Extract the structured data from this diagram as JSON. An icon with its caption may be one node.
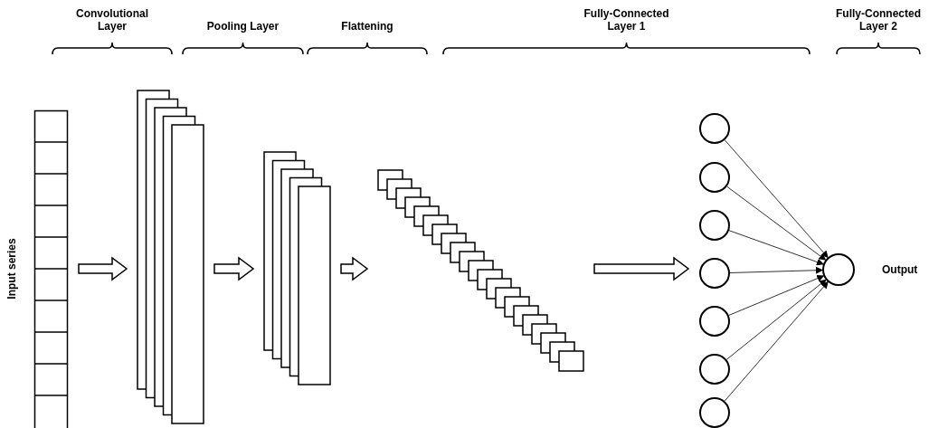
{
  "diagram": {
    "nodes": [
      {
        "text": [],
        "shape": "bar",
        "beside": [
          "Input series"
        ]
      },
      {
        "text": [],
        "shape": "box"
      },
      {
        "text": [],
        "shape": "box"
      },
      {
        "text": [],
        "shape": "box"
      },
      {
        "text": [],
        "shape": "circle"
      },
      {
        "text": [],
        "shape": "circle"
      },
      {
        "text": [],
        "shape": "circle"
      },
      {
        "text": [],
        "shape": "circle"
      },
      {
        "text": [],
        "shape": "circle"
      },
      {
        "text": [],
        "shape": "circle"
      },
      {
        "text": [],
        "shape": "circle"
      },
      {
        "text": [],
        "shape": "circle",
        "beside": [
          "Output"
        ]
      }
    ],
    "edges": [
      {
        "from": 0,
        "to": 1,
        "arrow": "to"
      },
      {
        "from": 1,
        "to": 2,
        "arrow": "to"
      },
      {
        "from": 2,
        "to": 3,
        "arrow": "to"
      },
      {
        "from": 3,
        "to": 7,
        "arrow": "to"
      },
      {
        "from": 4,
        "to": 11,
        "arrow": "to"
      },
      {
        "from": 5,
        "to": 11,
        "arrow": "to"
      },
      {
        "from": 6,
        "to": 11,
        "arrow": "to"
      },
      {
        "from": 7,
        "to": 11,
        "arrow": "to"
      },
      {
        "from": 8,
        "to": 11,
        "arrow": "to"
      },
      {
        "from": 9,
        "to": 11,
        "arrow": "to"
      },
      {
        "from": 10,
        "to": 11,
        "arrow": "to"
      }
    ],
    "labels": [
      "Convolutional Layer",
      "Pooling Layer",
      "Flattening",
      "Fully-Connected Layer 1",
      "Fully-Connected Layer 2"
    ]
  }
}
